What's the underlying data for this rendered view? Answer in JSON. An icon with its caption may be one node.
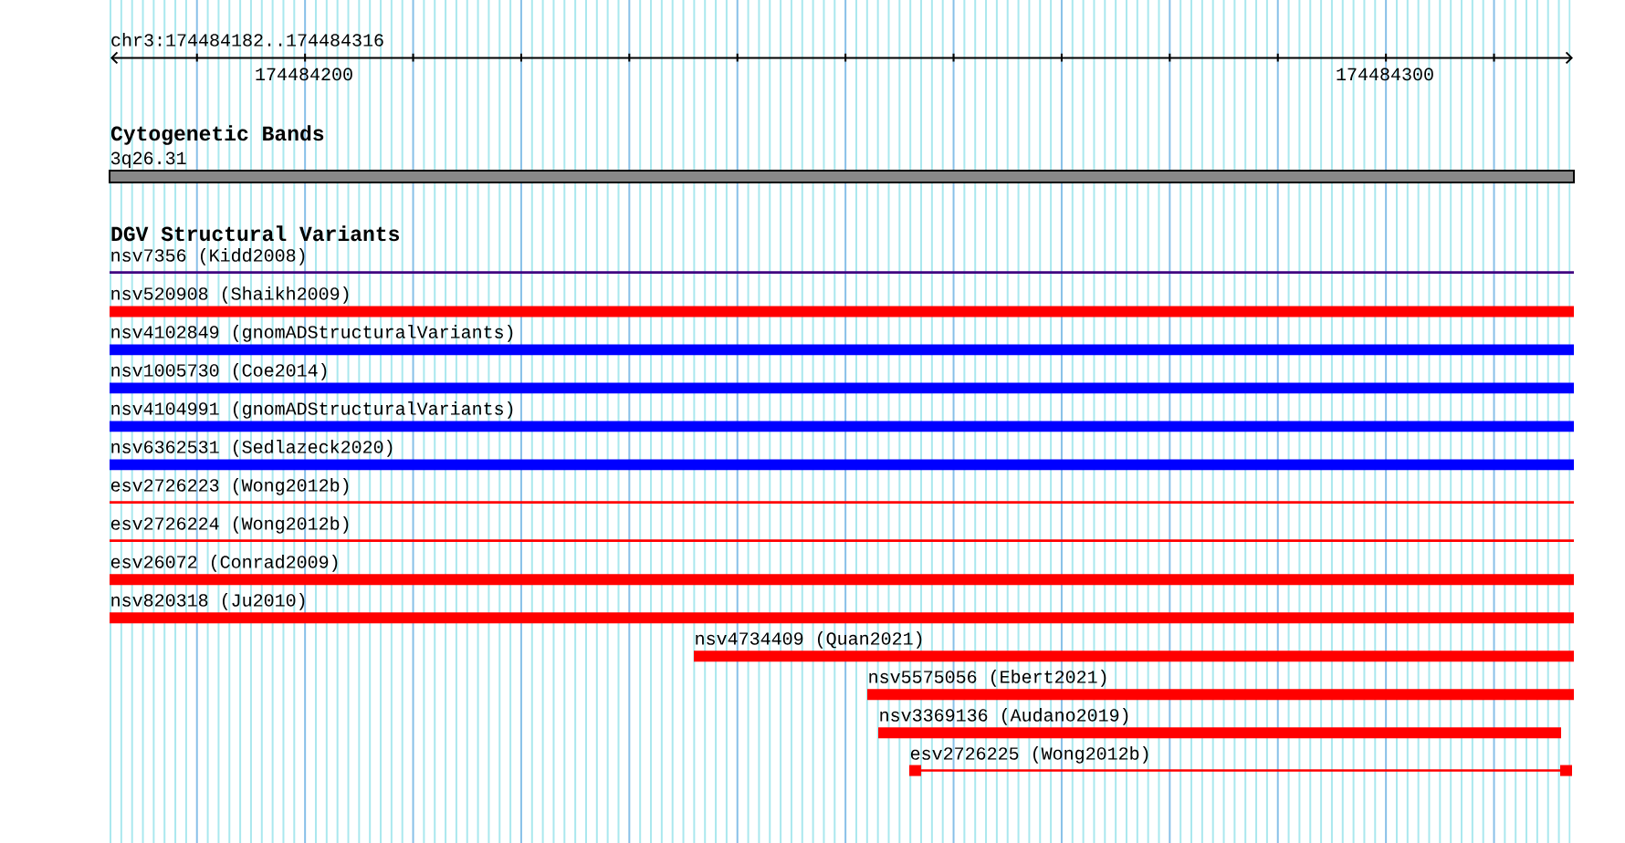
{
  "diagram": {
    "nodes": [
      {
        "text": [
          "3q26.31"
        ]
      },
      {
        "text": [
          "nsv7356 (Kidd2008)"
        ]
      },
      {
        "text": [
          "nsv520908 (Shaikh2009)"
        ]
      },
      {
        "text": [
          "nsv4102849 (gnomADStructuralVariants)"
        ]
      },
      {
        "text": [
          "nsv1005730 (Coe2014)"
        ]
      },
      {
        "text": [
          "nsv4104991 (gnomADStructuralVariants)"
        ]
      },
      {
        "text": [
          "nsv6362531 (Sedlazeck2020)"
        ]
      },
      {
        "text": [
          "esv2726223 (Wong2012b)"
        ]
      },
      {
        "text": [
          "esv2726224 (Wong2012b)"
        ]
      },
      {
        "text": [
          "esv26072 (Conrad2009)"
        ]
      },
      {
        "text": [
          "nsv820318 (Ju2010)"
        ]
      },
      {
        "text": [
          "nsv4734409 (Quan2021)"
        ]
      },
      {
        "text": [
          "nsv5575056 (Ebert2021)"
        ]
      },
      {
        "text": [
          "nsv3369136 (Audano2019)"
        ]
      },
      {
        "text": [
          "esv2726225 (Wong2012b)"
        ]
      }
    ],
    "labels": [
      "chr3:174484182..174484316",
      "174484200",
      "174484300",
      "Cytogenetic Bands",
      "DGV Structural Variants"
    ]
  }
}
